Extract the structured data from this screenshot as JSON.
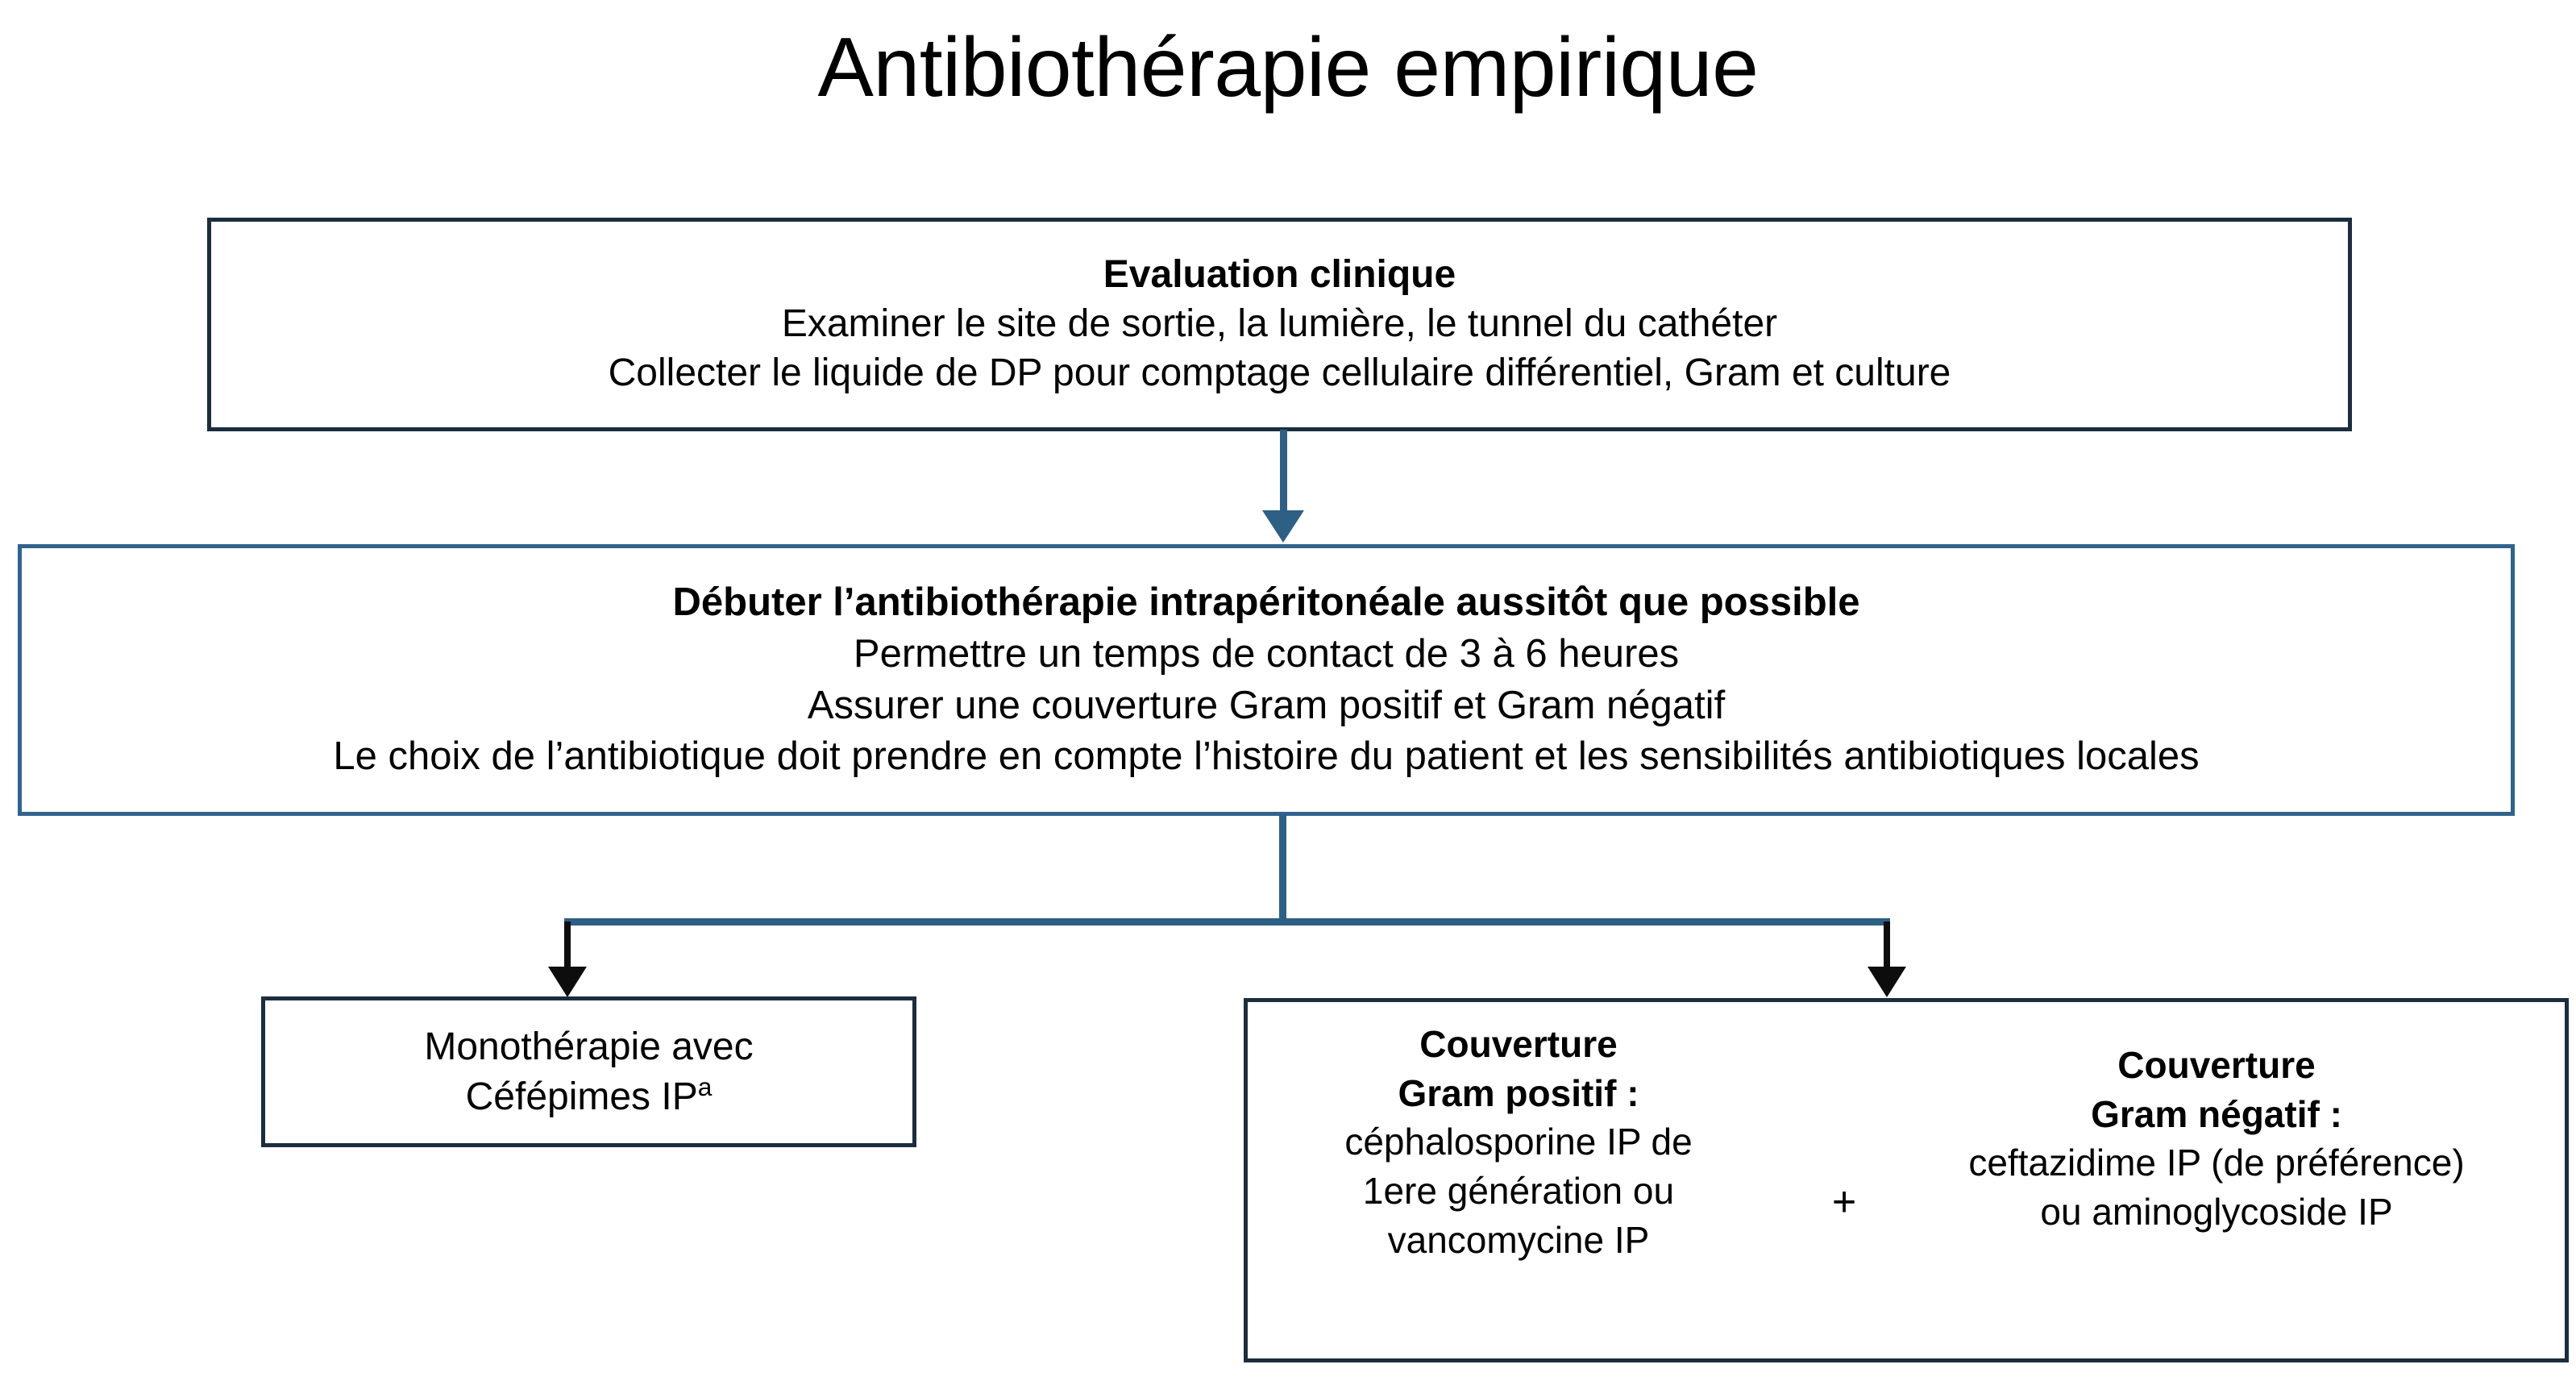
{
  "title": "Antibiothérapie empirique",
  "colors": {
    "box_border_dark": "#1b2d3e",
    "box_border_steel": "#31638c",
    "connector_steel": "#2e5f85",
    "connector_black": "#0d0d0d",
    "background": "#ffffff",
    "text": "#000000"
  },
  "nodes": {
    "evaluation": {
      "heading": "Evaluation clinique",
      "line2": "Examiner le site de sortie, la lumière, le tunnel du cathéter",
      "line3": "Collecter le liquide de  DP pour comptage cellulaire différentiel, Gram et culture"
    },
    "debuter": {
      "heading": "Débuter l’antibiothérapie intrapéritonéale aussitôt que possible",
      "line2": "Permettre un temps de contact de 3 à 6 heures",
      "line3": "Assurer une couverture Gram positif et Gram négatif",
      "line4": "Le choix de l’antibiotique doit prendre en compte l’histoire du patient et les sensibilités antibiotiques locales"
    },
    "monotherapie": {
      "line1": "Monothérapie avec",
      "line2": "Céfépimes IP",
      "footnote_marker": "a"
    },
    "gram_positif": {
      "heading1": "Couverture",
      "heading2": "Gram positif :",
      "line3": "céphalosporine IP de",
      "line4": "1ere génération ou",
      "line5": "vancomycine IP"
    },
    "plus": "+",
    "gram_negatif": {
      "heading1": "Couverture",
      "heading2": "Gram négatif :",
      "line3": "ceftazidime IP (de préférence)",
      "line4": "ou aminoglycoside IP"
    }
  }
}
